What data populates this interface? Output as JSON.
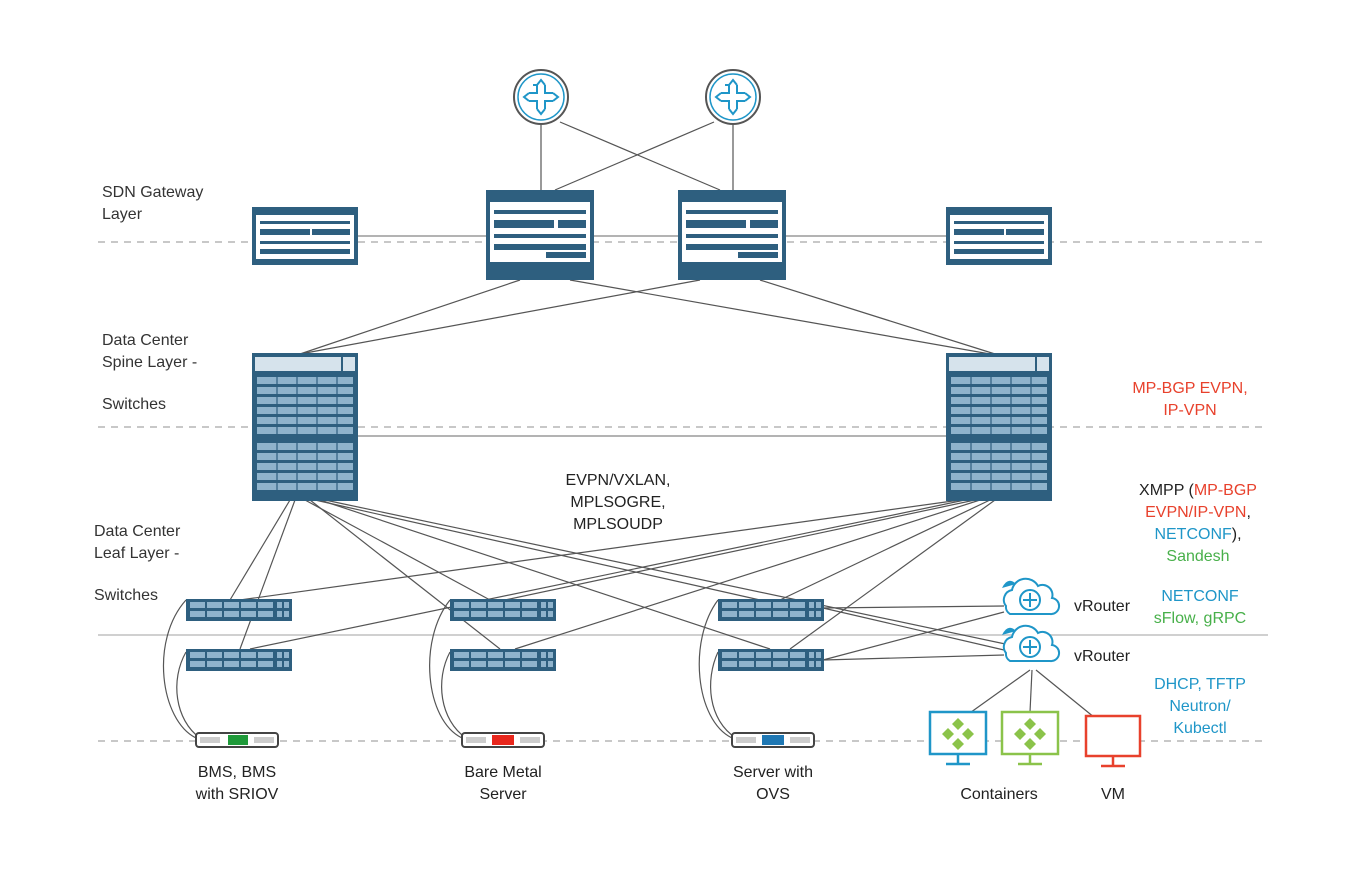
{
  "layers": {
    "sdn_gateway": "SDN Gateway\nLayer",
    "spine": "Data Center\nSpine Layer -",
    "spine_switches": "Switches",
    "leaf": "Data Center\nLeaf Layer -",
    "leaf_switches": "Switches"
  },
  "overlay_label": "EVPN/VXLAN,\nMPLSOGRE,\nMPLSOUDP",
  "protocols": {
    "p1": "MP-BGP EVPN,\nIP-VPN",
    "p2_xmpp": "XMPP (",
    "p2_mpbgp": "MP-BGP\nEVPN/IP-VPN",
    "p2_comma": ",",
    "p2_netconf": "NETCONF",
    "p2_close": "),",
    "p2_sandesh": "Sandesh",
    "p3_netconf": "NETCONF",
    "p3_sflow": "sFlow, gRPC",
    "p4": "DHCP, TFTP\nNeutron/\nKubectl"
  },
  "vrouters": [
    "vRouter",
    "vRouter"
  ],
  "servers": [
    "BMS, BMS\nwith SRIOV",
    "Bare Metal\nServer",
    "Server with\nOVS"
  ],
  "workloads": {
    "containers": "Containers",
    "vm": "VM"
  },
  "colors": {
    "device": "#2e5f7f",
    "device_light": "#6e9ab8",
    "line": "#555555",
    "dashed": "#c8c8c8",
    "red": "#e8412c",
    "blue": "#1f96c8",
    "green": "#8bc34a",
    "server_green": "#1f9a3a",
    "server_red": "#e8261c",
    "server_blue": "#1f78b4"
  }
}
